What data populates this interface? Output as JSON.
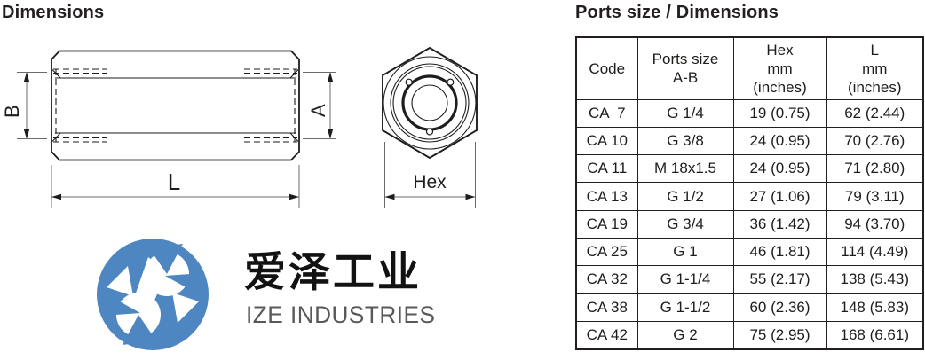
{
  "left_section": {
    "title": "Dimensions",
    "drawing": {
      "labels": {
        "b": "B",
        "a": "A",
        "l": "L",
        "hex": "Hex"
      }
    }
  },
  "logo": {
    "cn_name": "爱泽工业",
    "en_name": "IZE INDUSTRIES",
    "brand_color": "#4d86c0",
    "text_gray": "#58595b"
  },
  "right_section": {
    "title": "Ports size / Dimensions",
    "table": {
      "headers": [
        "Code",
        "Ports size\nA-B",
        "Hex\nmm\n(inches)",
        "L\nmm\n(inches)"
      ],
      "rows": [
        [
          "CA  7",
          "G 1/4",
          "19 (0.75)",
          "62 (2.44)"
        ],
        [
          "CA 10",
          "G 3/8",
          "24 (0.95)",
          "70 (2.76)"
        ],
        [
          "CA 11",
          "M 18x1.5",
          "24 (0.95)",
          "71 (2.80)"
        ],
        [
          "CA 13",
          "G 1/2",
          "27 (1.06)",
          "79 (3.11)"
        ],
        [
          "CA 19",
          "G 3/4",
          "36 (1.42)",
          "94 (3.70)"
        ],
        [
          "CA 25",
          "G 1",
          "46 (1.81)",
          "114 (4.49)"
        ],
        [
          "CA 32",
          "G 1-1/4",
          "55 (2.17)",
          "138 (5.43)"
        ],
        [
          "CA 38",
          "G 1-1/2",
          "60 (2.36)",
          "148 (5.83)"
        ],
        [
          "CA 42",
          "G 2",
          "75 (2.95)",
          "168 (6.61)"
        ]
      ]
    }
  }
}
